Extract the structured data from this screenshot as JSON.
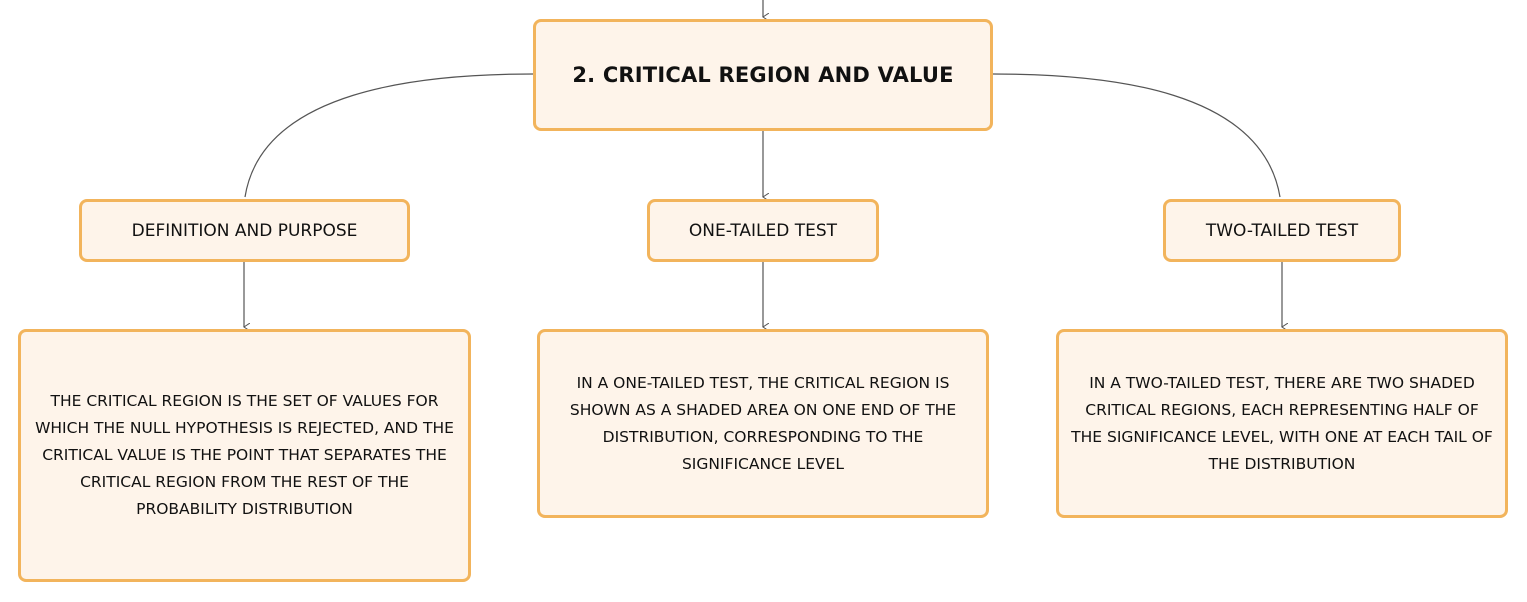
{
  "root": {
    "label": "2. CRITICAL REGION AND VALUE"
  },
  "branches": [
    {
      "label": "DEFINITION AND PURPOSE",
      "detail": "THE CRITICAL REGION IS THE SET OF VALUES FOR WHICH THE NULL HYPOTHESIS IS REJECTED, AND THE CRITICAL VALUE IS THE POINT THAT SEPARATES THE CRITICAL REGION FROM THE REST OF THE PROBABILITY DISTRIBUTION"
    },
    {
      "label": "ONE-TAILED TEST",
      "detail": "IN A ONE-TAILED TEST, THE CRITICAL REGION IS SHOWN AS A SHADED AREA ON ONE END OF THE DISTRIBUTION, CORRESPONDING TO THE SIGNIFICANCE LEVEL"
    },
    {
      "label": "TWO-TAILED TEST",
      "detail": "IN A TWO-TAILED TEST, THERE ARE TWO SHADED CRITICAL REGIONS, EACH REPRESENTING HALF OF THE SIGNIFICANCE LEVEL, WITH ONE AT EACH TAIL OF THE DISTRIBUTION"
    }
  ],
  "colors": {
    "node_fill": "#fef4ea",
    "node_border": "#f2b45c",
    "connector": "#555555"
  }
}
